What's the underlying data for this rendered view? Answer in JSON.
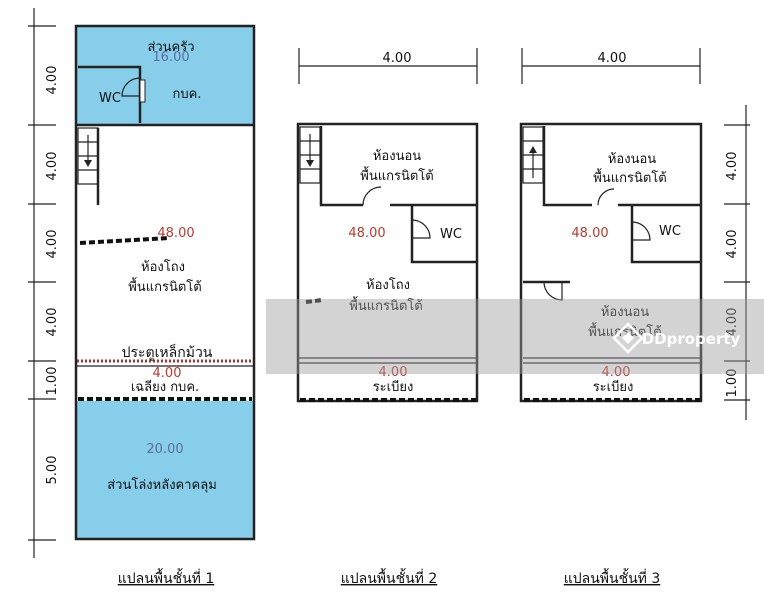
{
  "dimensions": {
    "left_side": [
      "4.00",
      "4.00",
      "4.00",
      "4.00",
      "1.00",
      "5.00"
    ],
    "right_side": [
      "4.00",
      "4.00",
      "4.00",
      "1.00"
    ],
    "floor2_width": "4.00",
    "floor3_width": "4.00"
  },
  "floor1": {
    "kitchen_label": "ส่วนครัว",
    "kitchen_area": "16.00",
    "wc_label": "WC",
    "kitchen_closet": "กบค.",
    "main_area": "48.00",
    "main_room_line1": "ห้องโถง",
    "main_room_line2": "พื้นแกรนิตโต้",
    "roller_door": "ประตูเหล็กม้วน",
    "canopy_width": "4.00",
    "canopy_label": "เฉลียง กบค.",
    "back_area": "20.00",
    "back_label": "ส่วนโล่งหลังคาคลุม",
    "caption": "แปลนพื้นชั้นที่ 1"
  },
  "floor2": {
    "bedroom_line1": "ห้องนอน",
    "bedroom_line2": "พื้นแกรนิตโต้",
    "area": "48.00",
    "wc_label": "WC",
    "hall_line1": "ห้องโถง",
    "hall_line2": "พื้นแกรนิตโต้",
    "balcony_width": "4.00",
    "balcony_label": "ระเบียง",
    "caption": "แปลนพื้นชั้นที่ 2"
  },
  "floor3": {
    "bedroom1_line1": "ห้องนอน",
    "bedroom1_line2": "พื้นแกรนิตโต้",
    "area": "48.00",
    "wc_label": "WC",
    "bedroom2_line1": "ห้องนอน",
    "bedroom2_line2": "พื้นแกรนิตโต้",
    "balcony_width": "4.00",
    "balcony_label": "ระเบียง",
    "caption": "แปลนพื้นชั้นที่ 3"
  },
  "watermark": {
    "brand": "DDproperty"
  },
  "colors": {
    "blue_fill": "#87ceeb",
    "area_red": "#c0392b",
    "area_blue": "#5d6d9e",
    "watermark_band": "#9e9e9e"
  }
}
